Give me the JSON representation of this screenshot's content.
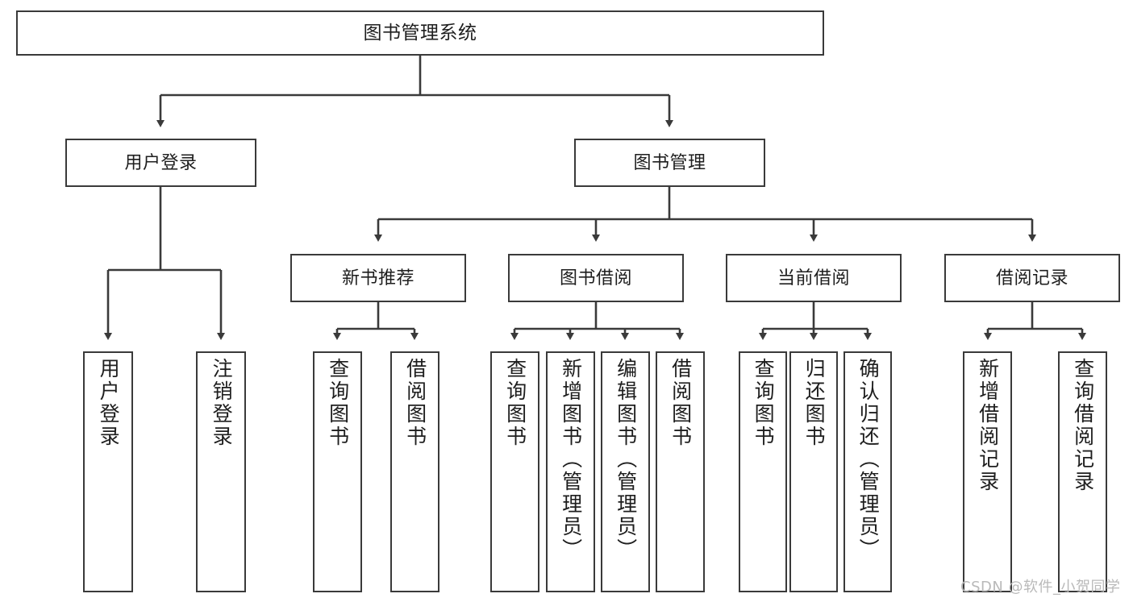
{
  "diagram": {
    "type": "tree",
    "title": "图书管理系统",
    "watermark": "CSDN @软件_小贺同学",
    "line_color": "#3a3a3a",
    "box_fill": "#ffffff",
    "text_color": "#1e1e1e",
    "watermark_color": "#b9b9b9"
  },
  "nodes": {
    "root": {
      "label": "图书管理系统",
      "level": 1
    },
    "l2": [
      {
        "id": "user_login",
        "label": "用户登录"
      },
      {
        "id": "book_mgmt",
        "label": "图书管理"
      }
    ],
    "l3": [
      {
        "id": "new_book_rec",
        "label": "新书推荐"
      },
      {
        "id": "book_borrow",
        "label": "图书借阅"
      },
      {
        "id": "current_borrow",
        "label": "当前借阅"
      },
      {
        "id": "borrow_record",
        "label": "借阅记录"
      }
    ],
    "leaves": {
      "user_login": [
        {
          "id": "leaf_user_login",
          "label": "用户登录"
        },
        {
          "id": "leaf_logout",
          "label": "注销登录"
        }
      ],
      "new_book_rec": [
        {
          "id": "leaf_query_book_1",
          "label": "查询图书"
        },
        {
          "id": "leaf_borrow_book_1",
          "label": "借阅图书"
        }
      ],
      "book_borrow": [
        {
          "id": "leaf_query_book_2",
          "label": "查询图书"
        },
        {
          "id": "leaf_add_book",
          "label": "新增图书（管理员）"
        },
        {
          "id": "leaf_edit_book",
          "label": "编辑图书（管理员）"
        },
        {
          "id": "leaf_borrow_book_2",
          "label": "借阅图书"
        }
      ],
      "current_borrow": [
        {
          "id": "leaf_query_book_3",
          "label": "查询图书"
        },
        {
          "id": "leaf_return_book",
          "label": "归还图书"
        },
        {
          "id": "leaf_confirm_return",
          "label": "确认归还（管理员）"
        }
      ],
      "borrow_record": [
        {
          "id": "leaf_add_record",
          "label": "新增借阅记录"
        },
        {
          "id": "leaf_query_record",
          "label": "查询借阅记录"
        }
      ]
    }
  }
}
